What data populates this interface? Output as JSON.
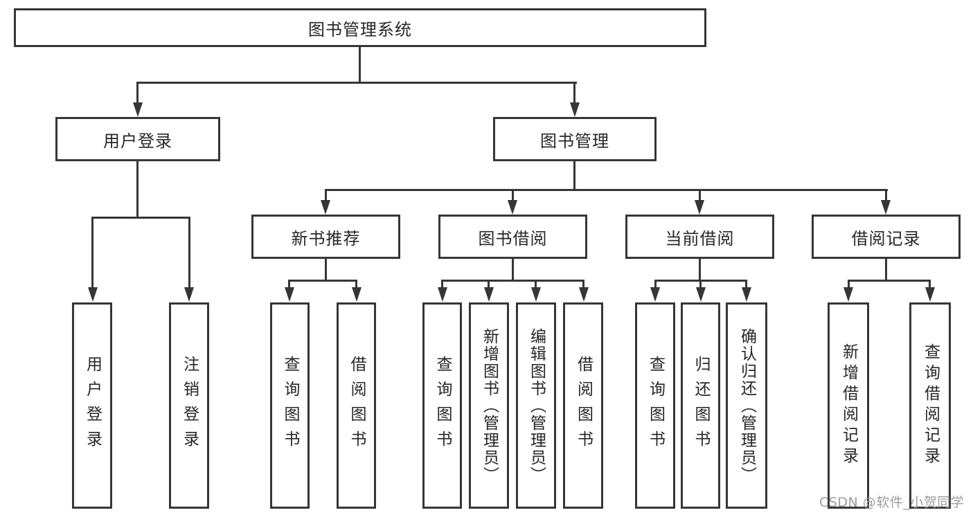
{
  "title": "图书管理系统",
  "level2": {
    "user_login": "用户登录",
    "book_mgmt": "图书管理"
  },
  "level3": {
    "new_books": "新书推荐",
    "borrowing": "图书借阅",
    "current_borrow": "当前借阅",
    "borrow_records": "借阅记录"
  },
  "level4": {
    "user_login": "用户登录",
    "logout": "注销登录",
    "query_books_1": "查询图书",
    "borrow_books_1": "借阅图书",
    "query_books_2": "查询图书",
    "add_books_admin": "新增图书（管理员）",
    "edit_books_admin": "编辑图书（管理员）",
    "borrow_books_2": "借阅图书",
    "query_books_3": "查询图书",
    "return_books": "归还图书",
    "confirm_return_admin": "确认归还（管理员）",
    "add_borrow_record": "新增借阅记录",
    "query_borrow_record": "查询借阅记录"
  },
  "watermark": "CSDN @软件_小贺同学",
  "colors": {
    "line": "#363636",
    "text": "#262626",
    "watermark": "#9c9c9c"
  }
}
